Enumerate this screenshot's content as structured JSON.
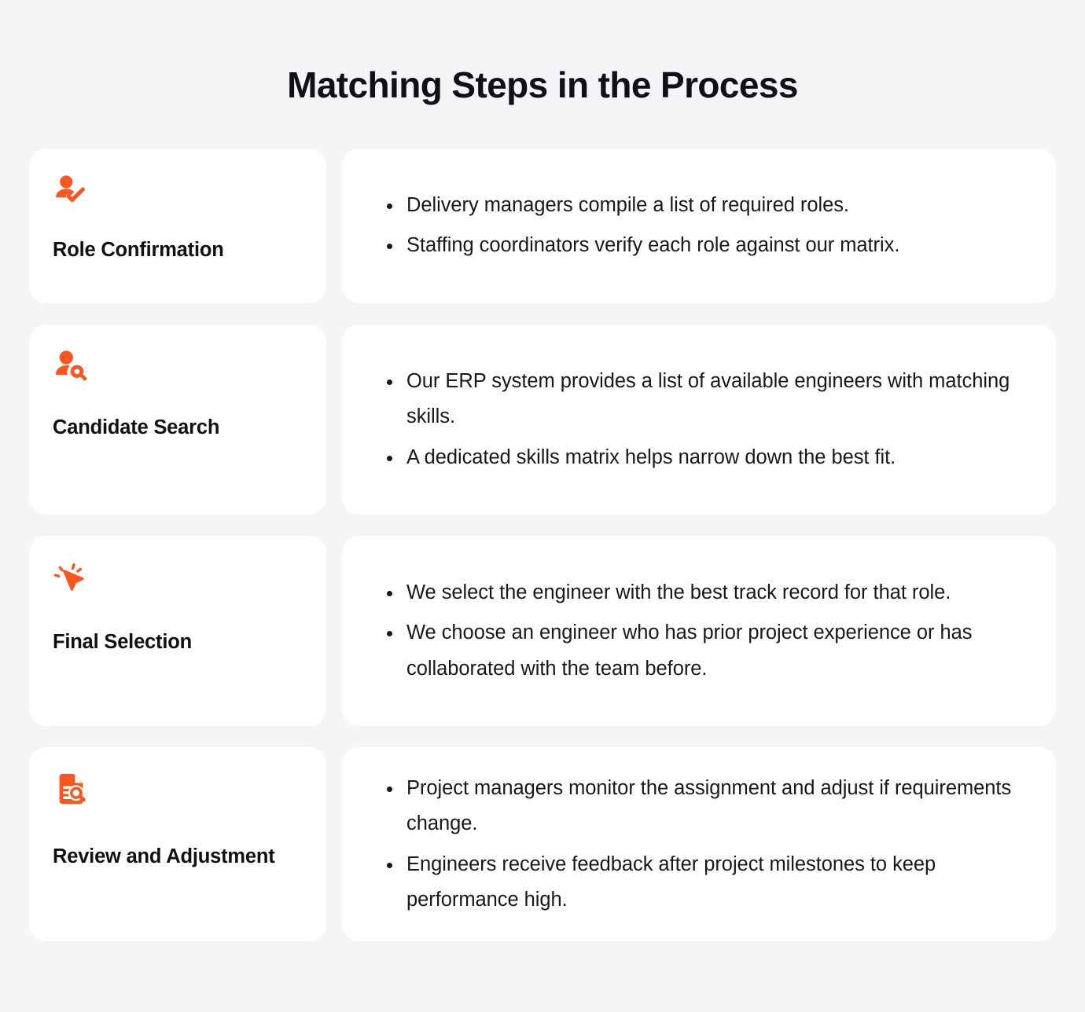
{
  "page": {
    "title": "Matching Steps in the Process",
    "accent_color": "#fa5620",
    "background_color": "#f4f5f7",
    "card_color": "#ffffff",
    "text_color": "#16181c"
  },
  "steps": [
    {
      "icon": "person-check-icon",
      "title": "Role Confirmation",
      "bullets": [
        "Delivery managers compile a list of required roles.",
        "Staffing coordinators verify each role against our matrix."
      ]
    },
    {
      "icon": "person-search-icon",
      "title": "Candidate Search",
      "bullets": [
        "Our ERP system provides a list of available engineers with matching skills.",
        "A dedicated skills matrix helps narrow down the best fit."
      ]
    },
    {
      "icon": "cursor-click-icon",
      "title": "Final Selection",
      "bullets": [
        "We select the engineer with the best track record for that role.",
        "We choose an engineer who has prior project experience or has collaborated with the team before."
      ]
    },
    {
      "icon": "document-search-icon",
      "title": "Review and Adjustment",
      "bullets": [
        "Project managers monitor the assignment and adjust if requirements change.",
        "Engineers receive feedback after project milestones to keep performance high."
      ]
    }
  ]
}
